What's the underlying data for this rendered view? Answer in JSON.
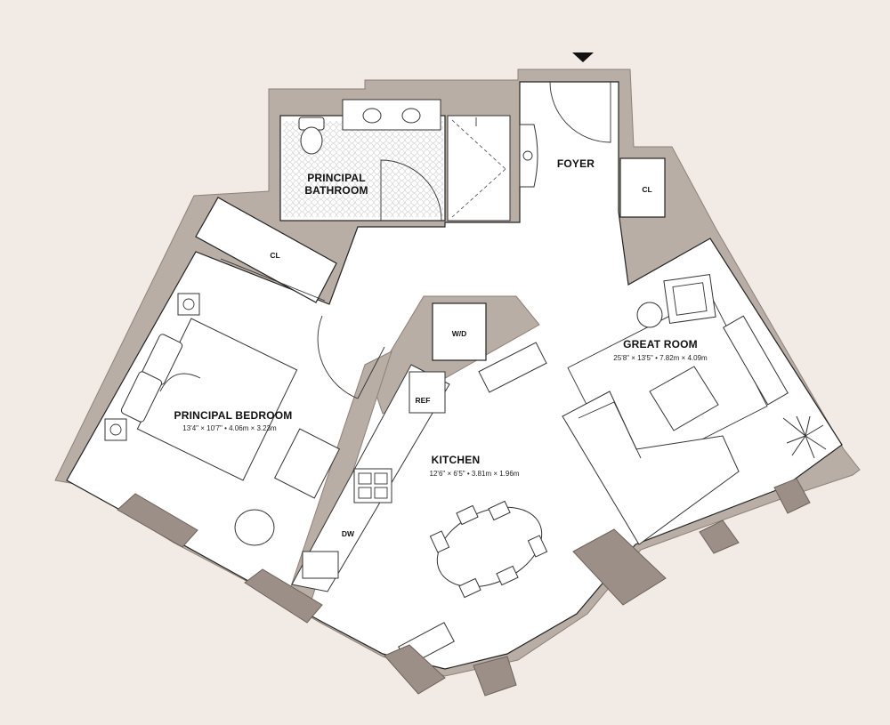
{
  "rooms": {
    "foyer": {
      "name": "FOYER"
    },
    "bathroom": {
      "name_line1": "PRINCIPAL",
      "name_line2": "BATHROOM"
    },
    "bedroom": {
      "name": "PRINCIPAL BEDROOM",
      "dims": "13'4\" × 10'7\" • 4.06m × 3.23m"
    },
    "kitchen": {
      "name": "KITCHEN",
      "dims": "12'6\" × 6'5\" • 3.81m × 1.96m"
    },
    "great_room": {
      "name": "GREAT ROOM",
      "dims": "25'8\" × 13'5\" • 7.82m × 4.09m"
    }
  },
  "fixtures": {
    "closet_foyer": "CL",
    "closet_bedroom": "CL",
    "washer_dryer": "W/D",
    "refrigerator": "REF",
    "dishwasher": "DW"
  },
  "colors": {
    "background": "#f2ebe5",
    "wall": "#b8aea6",
    "floor": "#ffffff",
    "line": "#222222"
  }
}
